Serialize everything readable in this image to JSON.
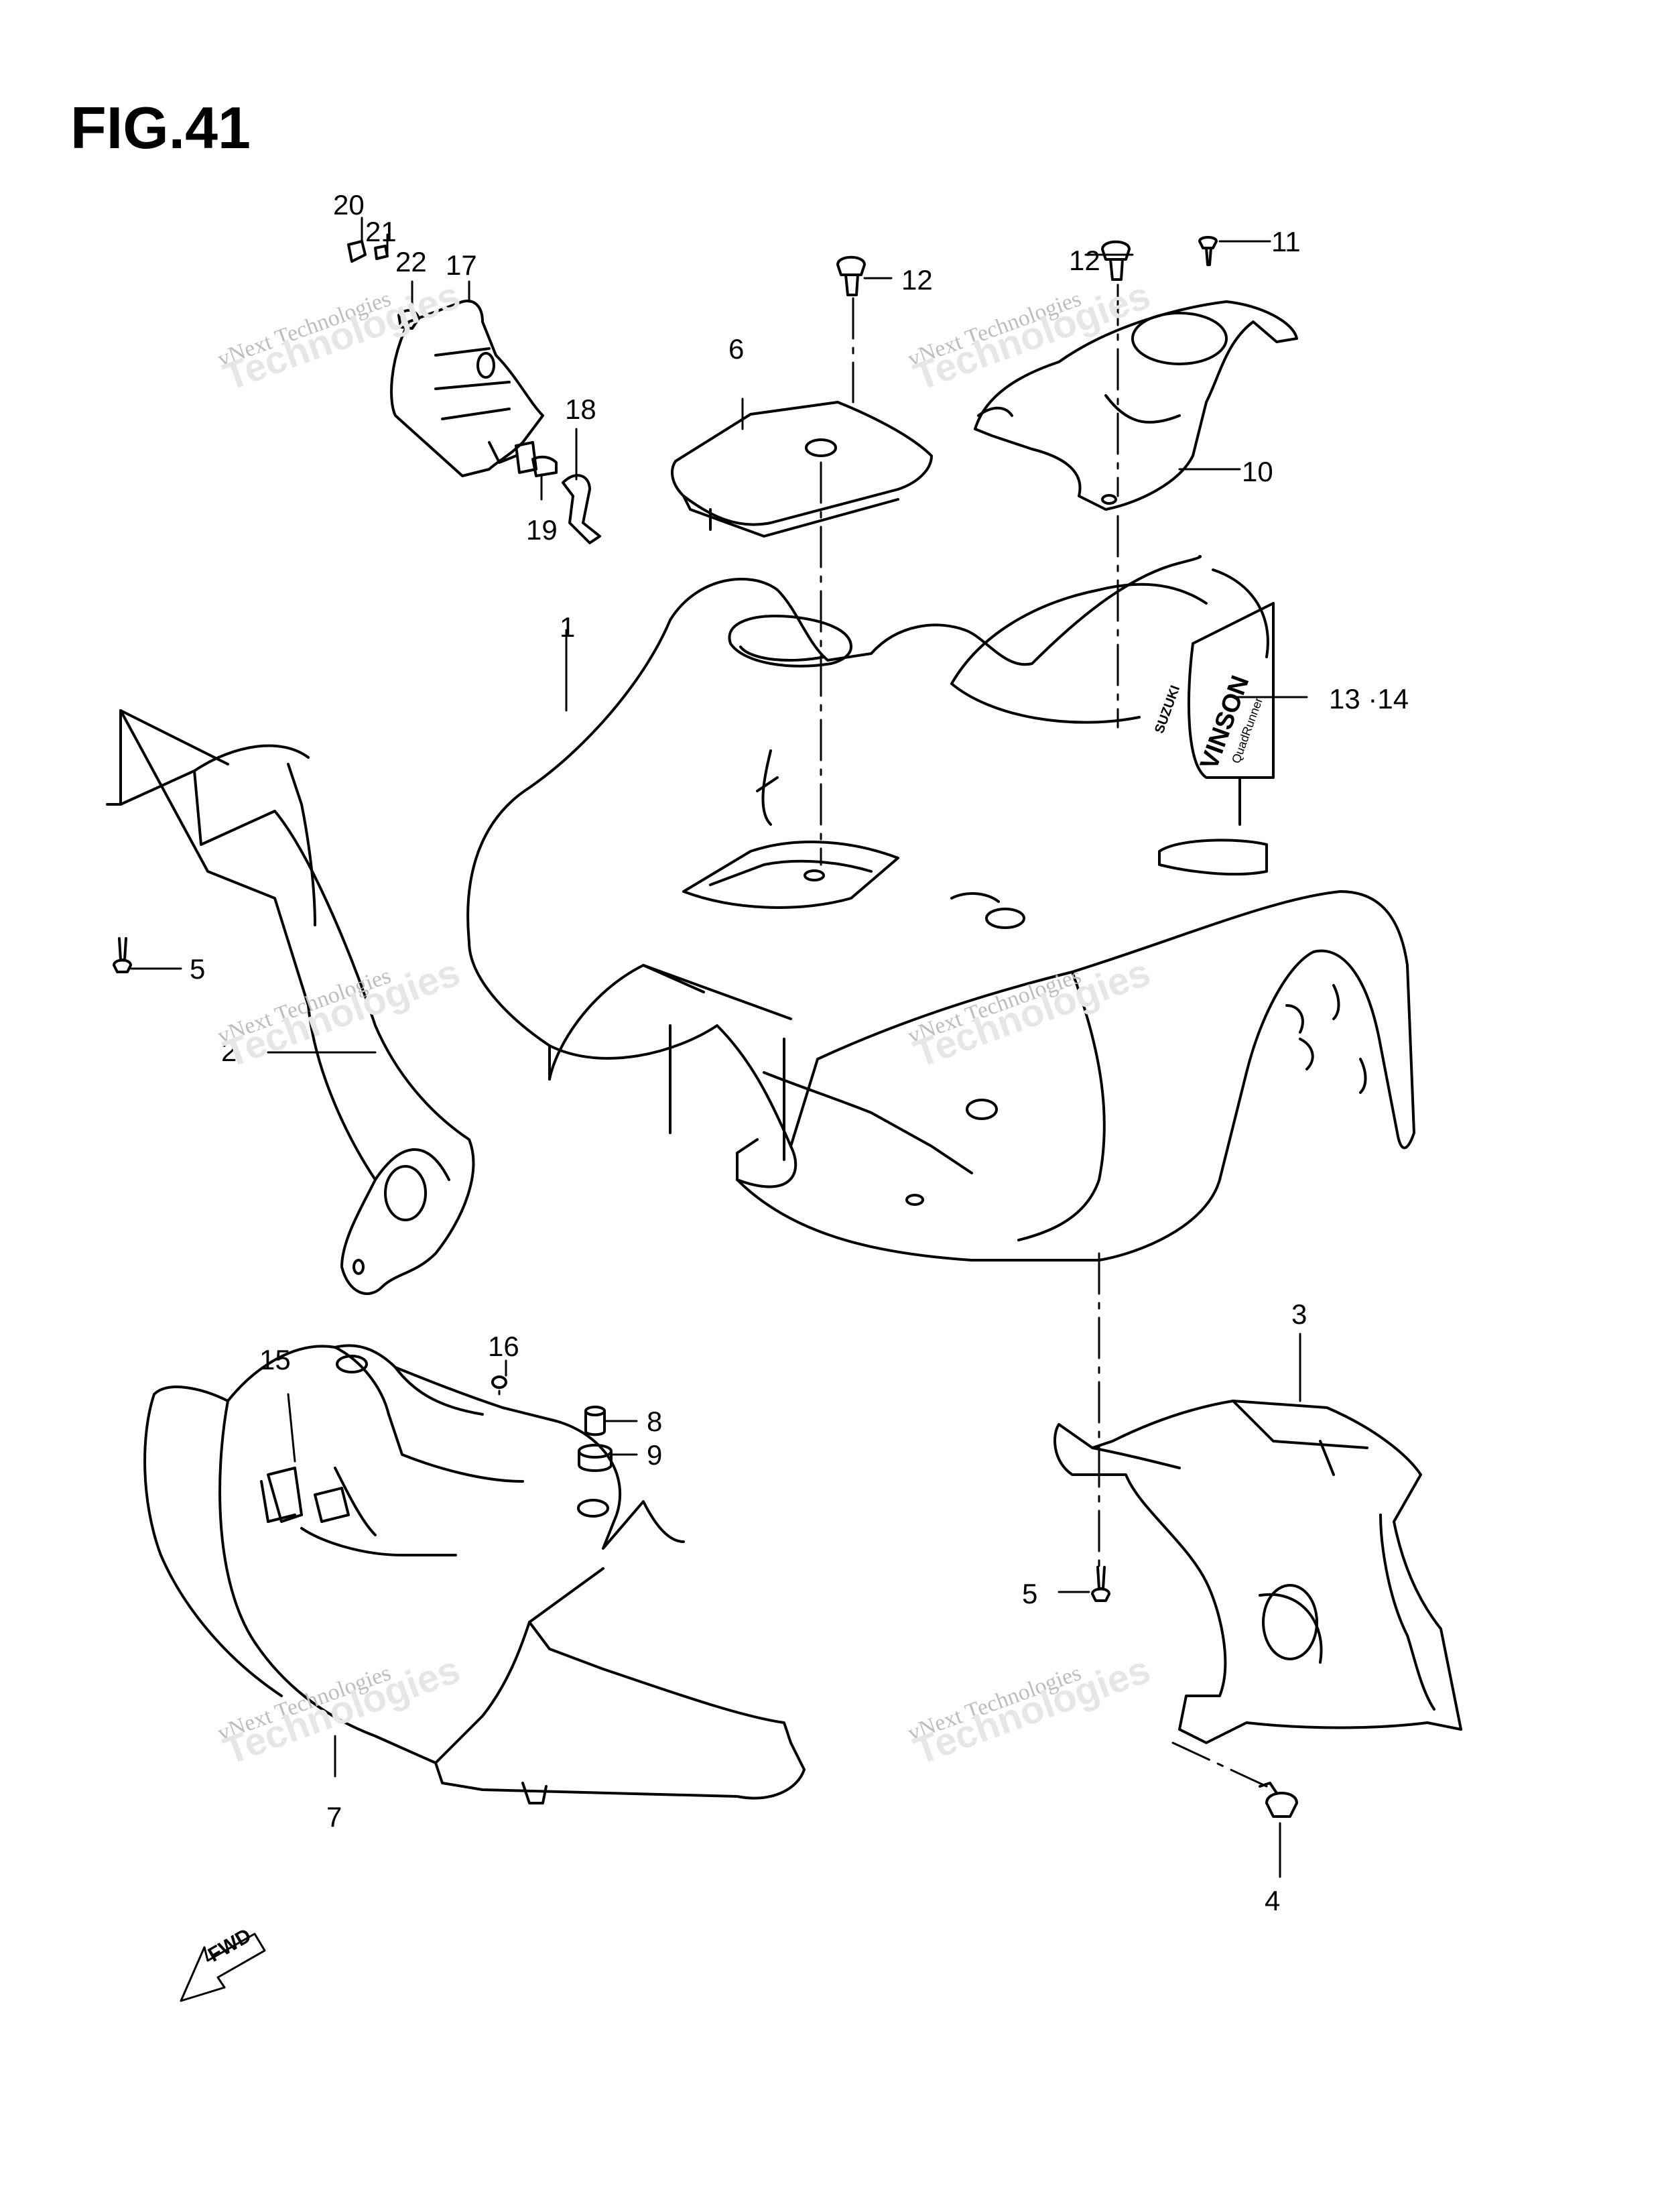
{
  "figure": {
    "title": "FIG.41",
    "fwd_label": "FWD"
  },
  "decal_text": {
    "brand": "SUZUKI",
    "model": "VINSON",
    "sub": "QuadRunner"
  },
  "watermark": {
    "line1": "vNext Technologies",
    "line2": "Technologies"
  },
  "callouts": [
    {
      "id": "c20",
      "label": "20"
    },
    {
      "id": "c21",
      "label": "21"
    },
    {
      "id": "c22",
      "label": "22"
    },
    {
      "id": "c17",
      "label": "17"
    },
    {
      "id": "c18",
      "label": "18"
    },
    {
      "id": "c19",
      "label": "19"
    },
    {
      "id": "c12a",
      "label": "12"
    },
    {
      "id": "c6",
      "label": "6"
    },
    {
      "id": "c12b",
      "label": "12"
    },
    {
      "id": "c11",
      "label": "11"
    },
    {
      "id": "c10",
      "label": "10"
    },
    {
      "id": "c1",
      "label": "1"
    },
    {
      "id": "c1314",
      "label": "13 ·14"
    },
    {
      "id": "c5a",
      "label": "5"
    },
    {
      "id": "c2",
      "label": "2"
    },
    {
      "id": "c15",
      "label": "15"
    },
    {
      "id": "c16",
      "label": "16"
    },
    {
      "id": "c8",
      "label": "8"
    },
    {
      "id": "c9",
      "label": "9"
    },
    {
      "id": "c3",
      "label": "3"
    },
    {
      "id": "c5b",
      "label": "5"
    },
    {
      "id": "c7",
      "label": "7"
    },
    {
      "id": "c4",
      "label": "4"
    }
  ]
}
